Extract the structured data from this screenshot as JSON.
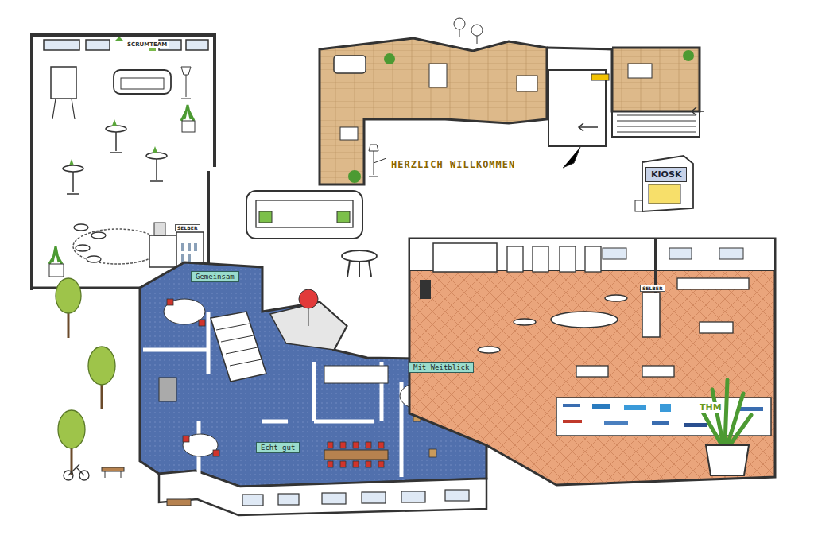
{
  "diagram": {
    "nodes": [
      {
        "text": [
          "HERZLICH WILLKOMMEN"
        ]
      },
      {
        "text": [
          "KIOSK"
        ]
      },
      {
        "text": [
          "Gemeinsam"
        ]
      },
      {
        "text": [
          "Mit Weitblick"
        ]
      },
      {
        "text": [
          "Echt gut"
        ]
      }
    ],
    "labels": [
      "SCRUMTEAM",
      "SELBER",
      "SELBER",
      "THM"
    ]
  }
}
